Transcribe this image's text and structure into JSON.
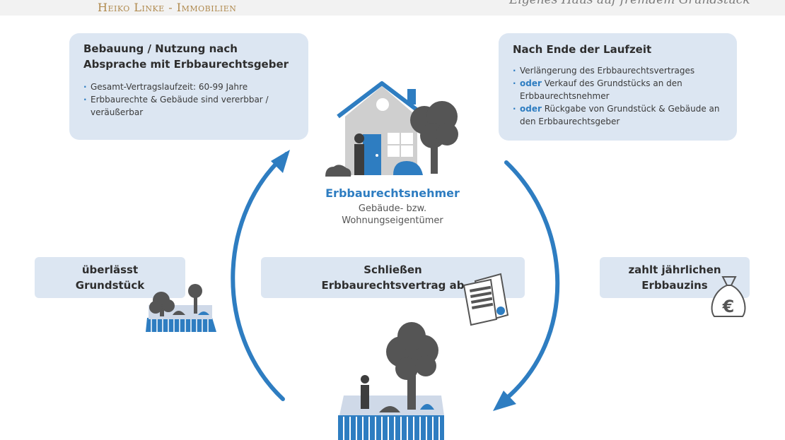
{
  "header": {
    "brand": "Heiko Linke - Immobilien",
    "tagline": "Eigenes Haus auf fremdem Grundstück"
  },
  "box_left": {
    "title_line1": "Bebauung / Nutzung nach",
    "title_line2": "Absprache mit Erbbaurechtsgeber",
    "items": [
      "Gesamt-Vertragslaufzeit: 60-99 Jahre",
      "Erbbaurechte & Gebäude sind vererbbar / veräußerbar"
    ]
  },
  "box_right": {
    "title": "Nach Ende der Laufzeit",
    "items": [
      {
        "prefix": "",
        "text": "Verlängerung des Erbbaurechtsvertrages"
      },
      {
        "prefix": "oder",
        "text": " Verkauf des Grundstücks an den Erbbaurechtsnehmer"
      },
      {
        "prefix": "oder",
        "text": " Rückgabe von Grundstück & Gebäude an den Erbbaurechtsgeber"
      }
    ]
  },
  "center": {
    "title": "Erbbaurechtsnehmer",
    "sub_line1": "Gebäude- bzw.",
    "sub_line2": "Wohnungseigentümer"
  },
  "pill_left": {
    "line1": "überlässt",
    "line2": "Grundstück"
  },
  "pill_center": {
    "line1": "Schließen",
    "line2": "Erbbaurechtsvertrag ab"
  },
  "pill_right": {
    "line1": "zahlt jährlichen",
    "line2": "Erbbauzins"
  },
  "icons": {
    "money": "€"
  },
  "colors": {
    "accent": "#2e7dc1",
    "box": "#dce6f2",
    "icon": "#555555",
    "brand": "#b08a4e"
  }
}
